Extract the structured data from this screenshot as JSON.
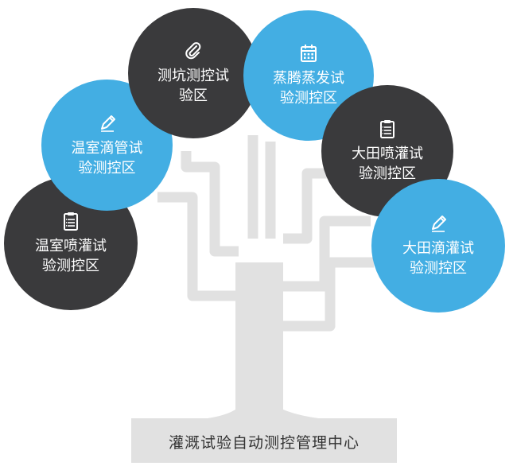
{
  "base": {
    "label": "灌溉试验自动测控管理中心"
  },
  "colors": {
    "dark": "#3a3a3c",
    "blue": "#43aee3",
    "trunk": "#e1e1e1"
  },
  "nodes": [
    {
      "id": "greenhouse-sprinkler",
      "line1": "温室喷灌试",
      "line2": "验测控区",
      "color": "dark",
      "icon": "clipboard-icon"
    },
    {
      "id": "greenhouse-drip",
      "line1": "温室滴管试",
      "line2": "验测控区",
      "color": "blue",
      "icon": "pencil-icon"
    },
    {
      "id": "pit",
      "line1": "测坑测控试",
      "line2": "验区",
      "color": "dark",
      "icon": "paperclip-icon"
    },
    {
      "id": "evaporation",
      "line1": "蒸腾蒸发试",
      "line2": "验测控区",
      "color": "blue",
      "icon": "calendar-icon"
    },
    {
      "id": "field-sprinkler",
      "line1": "大田喷灌试",
      "line2": "验测控区",
      "color": "dark",
      "icon": "clipboard-icon"
    },
    {
      "id": "field-drip",
      "line1": "大田滴灌试",
      "line2": "验测控区",
      "color": "blue",
      "icon": "pencil-icon"
    }
  ]
}
